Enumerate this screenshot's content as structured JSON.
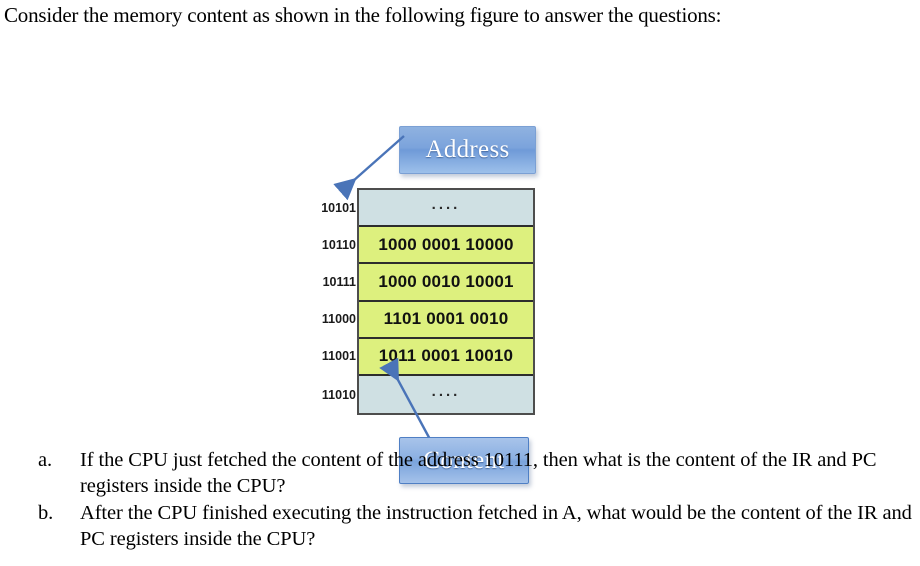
{
  "intro": {
    "text": "Consider the memory content as shown in the following figure to answer the questions:"
  },
  "figure": {
    "address_callout": {
      "label": "Address",
      "fill": "#7ba3dc",
      "text_color": "#ffffff"
    },
    "content_callout": {
      "label": "Content",
      "fill": "#8cb0e2",
      "text_color": "#ffffff"
    },
    "arrow_color": "#4a74b8",
    "memory_table": {
      "filled_color": "#ddf07e",
      "empty_color": "#cfe0e3",
      "border_color": "#2d2d2d",
      "column_headers": [
        "Address",
        "Content"
      ],
      "rows": [
        {
          "address": "10101",
          "content": "....",
          "filled": false
        },
        {
          "address": "10110",
          "content": "1000 0001 10000",
          "filled": true
        },
        {
          "address": "10111",
          "content": "1000 0010 10001",
          "filled": true
        },
        {
          "address": "11000",
          "content": "1101 0001 0010",
          "filled": true
        },
        {
          "address": "11001",
          "content": "1011 0001 10010",
          "filled": true
        },
        {
          "address": "11010",
          "content": "....",
          "filled": false
        }
      ]
    }
  },
  "questions": [
    {
      "marker": "a.",
      "text": "If the CPU just fetched the content of the address 10111, then what is the content of the IR and PC registers inside the CPU?"
    },
    {
      "marker": "b.",
      "text": "After the CPU finished executing the instruction fetched in A, what would be the content of the IR and PC registers inside the CPU?"
    }
  ]
}
